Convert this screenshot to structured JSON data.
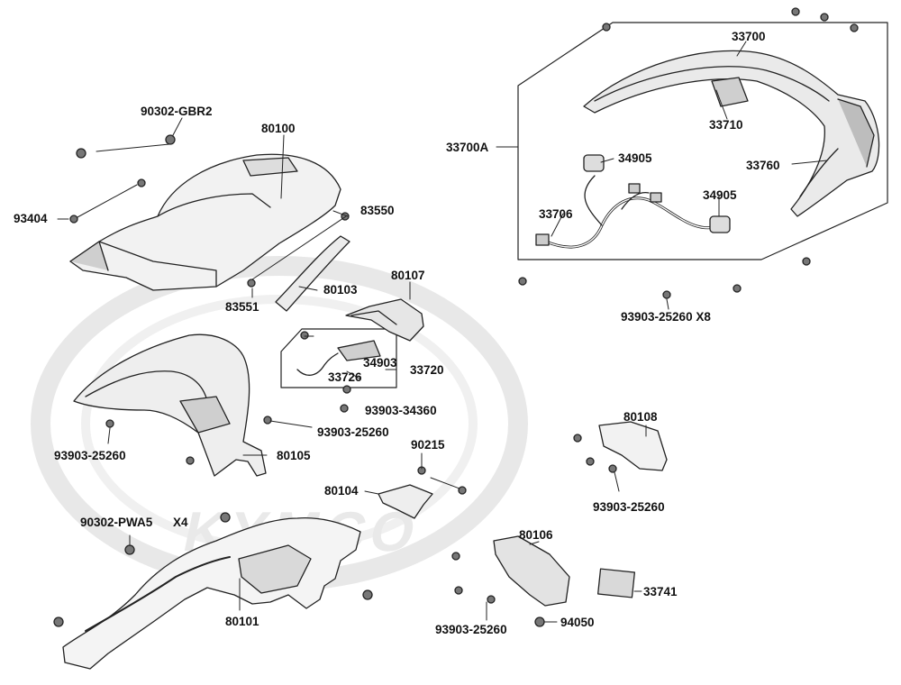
{
  "watermark": {
    "brand": "KYMCO"
  },
  "colors": {
    "line": "#222222",
    "shade": "#c9c9c9",
    "light": "#efefef",
    "watermark": "#e8e8e8"
  },
  "labels": {
    "p33700": "33700",
    "p33710": "33710",
    "p33760": "33760",
    "p33700A": "33700A",
    "p34905a": "34905",
    "p34905b": "34905",
    "p33706": "33706",
    "p93903_25260_x8": "93903-25260 X8",
    "p90302_GBR2": "90302-GBR2",
    "p80100": "80100",
    "p93404": "93404",
    "p83550": "83550",
    "p83551": "83551",
    "p80103": "80103",
    "p80107": "80107",
    "p34903": "34903",
    "p33720": "33720",
    "p33726": "33726",
    "p93903_34360": "93903-34360",
    "p93903_25260_a": "93903-25260",
    "p93903_25260_b": "93903-25260",
    "p80105": "80105",
    "p90215": "90215",
    "p80104": "80104",
    "p80108": "80108",
    "p93903_25260_c": "93903-25260",
    "p90302_PWA5": "90302-PWA5",
    "x4": "X4",
    "p80106": "80106",
    "p80101": "80101",
    "p33741": "33741",
    "p94050": "94050",
    "p93903_25260_d": "93903-25260"
  }
}
